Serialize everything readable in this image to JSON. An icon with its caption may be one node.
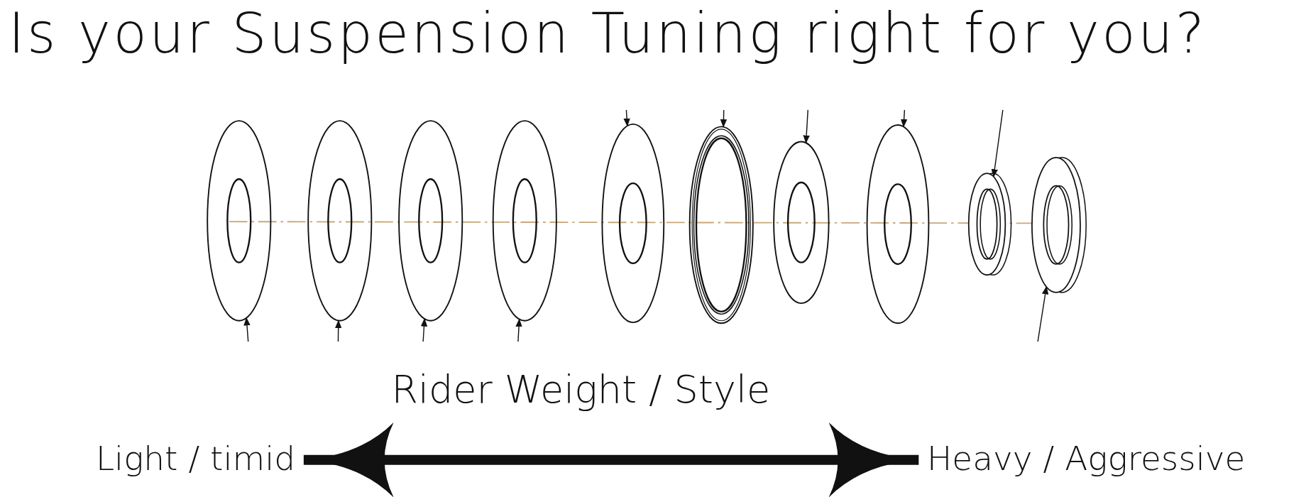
{
  "diagram": {
    "title": "Is your Suspension Tuning right for you?",
    "nodes": [
      {
        "text": [],
        "shape": "ring"
      },
      {
        "text": [],
        "shape": "ring"
      },
      {
        "text": [],
        "shape": "ring"
      },
      {
        "text": [],
        "shape": "ring"
      },
      {
        "text": [],
        "shape": "ring"
      },
      {
        "text": [],
        "shape": "ring"
      },
      {
        "text": [],
        "shape": "ring"
      },
      {
        "text": [],
        "shape": "ring"
      },
      {
        "text": [],
        "shape": "ring"
      },
      {
        "text": [],
        "shape": "ring"
      },
      {
        "text": [
          "Light / timid"
        ]
      },
      {
        "text": [
          "Heavy / Aggressive"
        ]
      }
    ],
    "edges": [
      {
        "from": null,
        "to": 0,
        "arrow": "to"
      },
      {
        "from": null,
        "to": 1,
        "arrow": "to"
      },
      {
        "from": null,
        "to": 2,
        "arrow": "to"
      },
      {
        "from": null,
        "to": 3,
        "arrow": "to"
      },
      {
        "from": null,
        "to": 4,
        "arrow": "to"
      },
      {
        "from": null,
        "to": 5,
        "arrow": "to"
      },
      {
        "from": null,
        "to": 6,
        "arrow": "to"
      },
      {
        "from": null,
        "to": 7,
        "arrow": "to"
      },
      {
        "from": null,
        "to": 8,
        "arrow": "to"
      },
      {
        "from": null,
        "to": 9,
        "arrow": "to"
      },
      {
        "from": 10,
        "to": 11,
        "arrow": "both",
        "style": "thick"
      }
    ],
    "labels": [
      "Rider Weight / Style"
    ]
  }
}
